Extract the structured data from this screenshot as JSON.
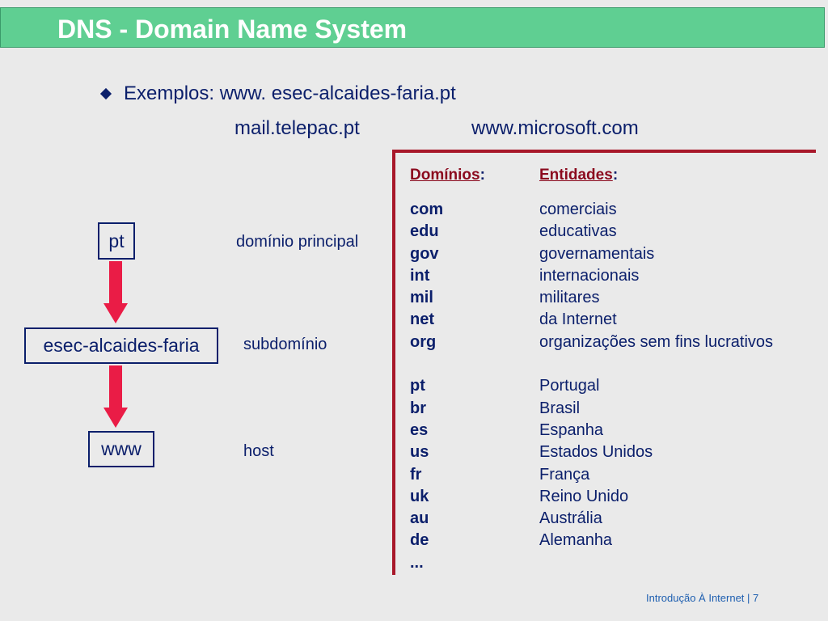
{
  "title": "DNS - Domain Name System",
  "examples": {
    "line1": "Exemplos: www. esec-alcaides-faria.pt",
    "mail": "mail.telepac.pt",
    "microsoft": "www.microsoft.com"
  },
  "hierarchy": {
    "top_box": "pt",
    "middle_box": "esec-alcaides-faria",
    "bottom_box": "www",
    "top_label": "domínio principal",
    "middle_label": "subdomínio",
    "bottom_label": "host"
  },
  "table": {
    "header_domains": "Domínios",
    "header_entities": "Entidades",
    "colon": ":",
    "generic": [
      {
        "domain": "com",
        "entity": "comerciais"
      },
      {
        "domain": "edu",
        "entity": "educativas"
      },
      {
        "domain": "gov",
        "entity": "governamentais"
      },
      {
        "domain": "int",
        "entity": "internacionais"
      },
      {
        "domain": "mil",
        "entity": "militares"
      },
      {
        "domain": "net",
        "entity": "da Internet"
      },
      {
        "domain": "org",
        "entity": "organizações sem fins lucrativos"
      }
    ],
    "country": [
      {
        "domain": "pt",
        "entity": "Portugal"
      },
      {
        "domain": "br",
        "entity": "Brasil"
      },
      {
        "domain": "es",
        "entity": "Espanha"
      },
      {
        "domain": "us",
        "entity": "Estados Unidos"
      },
      {
        "domain": "fr",
        "entity": "França"
      },
      {
        "domain": "uk",
        "entity": "Reino Unido"
      },
      {
        "domain": "au",
        "entity": "Austrália"
      },
      {
        "domain": "de",
        "entity": "Alemanha"
      }
    ],
    "ellipsis": "..."
  },
  "footer": "Introdução À Internet  | 7",
  "colors": {
    "title_bar": "#5fcf92",
    "text": "#0b1f6b",
    "arrow": "#ea1c46",
    "table_rule": "#a8182a",
    "footer": "#1e5fb0"
  }
}
